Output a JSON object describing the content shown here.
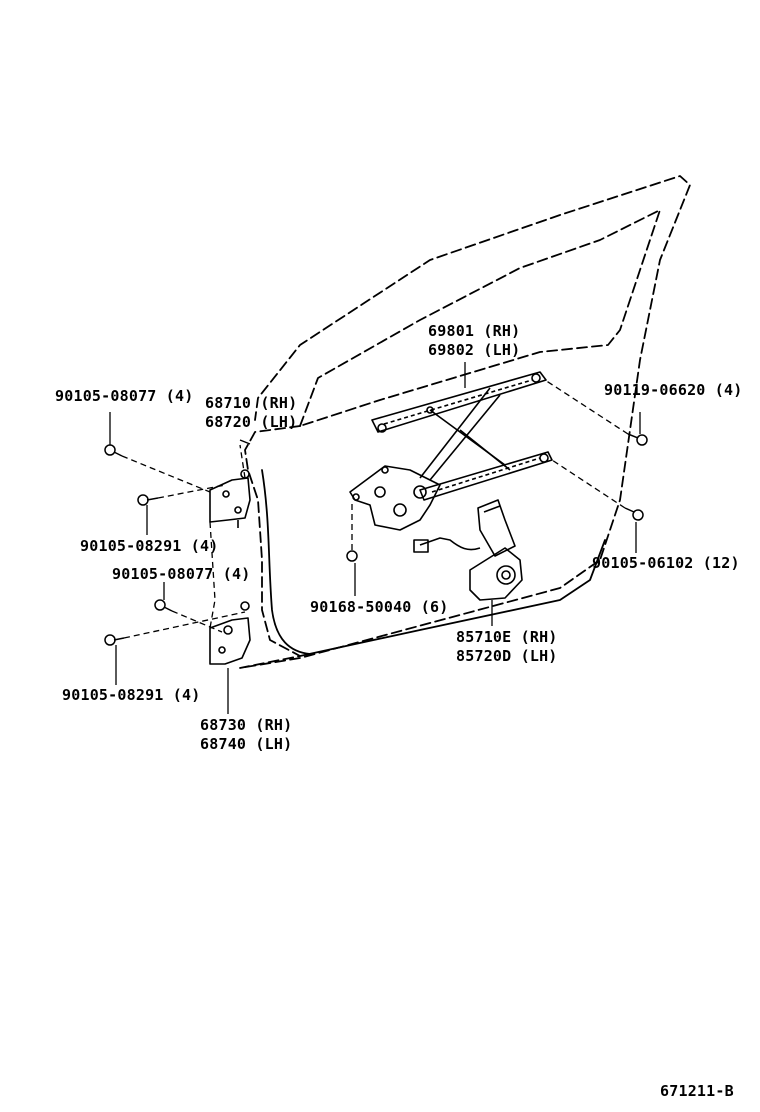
{
  "diagram": {
    "window_regulator": {
      "rh": "69801 (RH)",
      "lh": "69802 (LH)"
    },
    "upper_hinge": {
      "rh": "68710 (RH)",
      "lh": "68720 (LH)"
    },
    "lower_hinge": {
      "rh": "68730 (RH)",
      "lh": "68740 (LH)"
    },
    "motor": {
      "rh": "85710E (RH)",
      "lh": "85720D (LH)"
    },
    "bolt_upper_left": "90105-08077 (4)",
    "bolt_upper_hinge": "90105-08291 (4)",
    "bolt_lower_left": "90105-08077 (4)",
    "bolt_lower_hinge": "90105-08291 (4)",
    "bolt_regulator_right": "90119-06620 (4)",
    "bolt_regulator_lower_right": "90105-06102 (12)",
    "screw_center": "90168-50040 (6)",
    "figure_code": "671211-B"
  }
}
